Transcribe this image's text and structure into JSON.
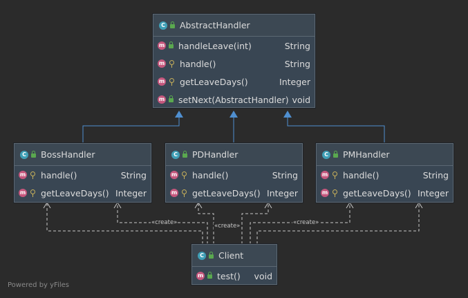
{
  "classes": {
    "abstract": {
      "name": "AbstractHandler",
      "methods": [
        {
          "name": "handleLeave(int)",
          "type": "String",
          "visibility": "public"
        },
        {
          "name": "handle()",
          "type": "String",
          "visibility": "protected"
        },
        {
          "name": "getLeaveDays()",
          "type": "Integer",
          "visibility": "protected"
        },
        {
          "name": "setNext(AbstractHandler)",
          "type": "void",
          "visibility": "public"
        }
      ]
    },
    "boss": {
      "name": "BossHandler",
      "methods": [
        {
          "name": "handle()",
          "type": "String",
          "visibility": "protected"
        },
        {
          "name": "getLeaveDays()",
          "type": "Integer",
          "visibility": "protected"
        }
      ]
    },
    "pd": {
      "name": "PDHandler",
      "methods": [
        {
          "name": "handle()",
          "type": "String",
          "visibility": "protected"
        },
        {
          "name": "getLeaveDays()",
          "type": "Integer",
          "visibility": "protected"
        }
      ]
    },
    "pm": {
      "name": "PMHandler",
      "methods": [
        {
          "name": "handle()",
          "type": "String",
          "visibility": "protected"
        },
        {
          "name": "getLeaveDays()",
          "type": "Integer",
          "visibility": "protected"
        }
      ]
    },
    "client": {
      "name": "Client",
      "methods": [
        {
          "name": "test()",
          "type": "void",
          "visibility": "public"
        }
      ]
    }
  },
  "badges": {
    "class": "C",
    "method": "m"
  },
  "edge_labels": {
    "left": "«create»",
    "middle": "«create»",
    "right": "«create»"
  },
  "footer": "Powered by yFiles",
  "colors": {
    "background": "#2b2b2b",
    "class_fill": "#394653",
    "inheritance": "#4f8fd0",
    "dependency": "#c8c8c8",
    "class_badge": "#3f9fb6",
    "method_badge": "#c5577d"
  }
}
